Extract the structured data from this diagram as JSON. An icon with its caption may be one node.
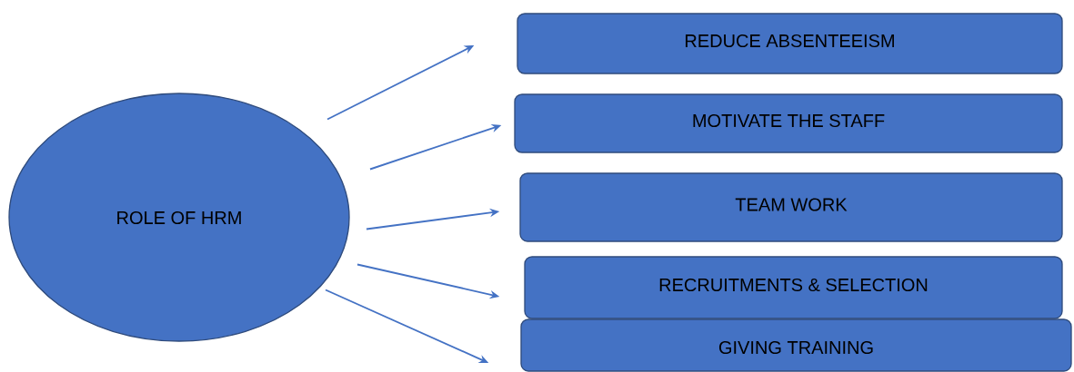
{
  "diagram": {
    "nodes": [
      {
        "text": [
          "ROLE OF HRM"
        ]
      },
      {
        "text": [
          "REDUCE ABSENTEEISM"
        ]
      },
      {
        "text": [
          "MOTIVATE THE STAFF"
        ]
      },
      {
        "text": [
          "TEAM WORK"
        ]
      },
      {
        "text": [
          "RECRUITMENTS & SELECTION"
        ]
      },
      {
        "text": [
          "GIVING TRAINING"
        ]
      }
    ],
    "edges": [
      {
        "from": 0,
        "to": 1,
        "arrow": "to"
      },
      {
        "from": 0,
        "to": 2,
        "arrow": "to"
      },
      {
        "from": 0,
        "to": 3,
        "arrow": "to"
      },
      {
        "from": 0,
        "to": 4,
        "arrow": "to"
      },
      {
        "from": 0,
        "to": 5,
        "arrow": "to"
      }
    ]
  }
}
